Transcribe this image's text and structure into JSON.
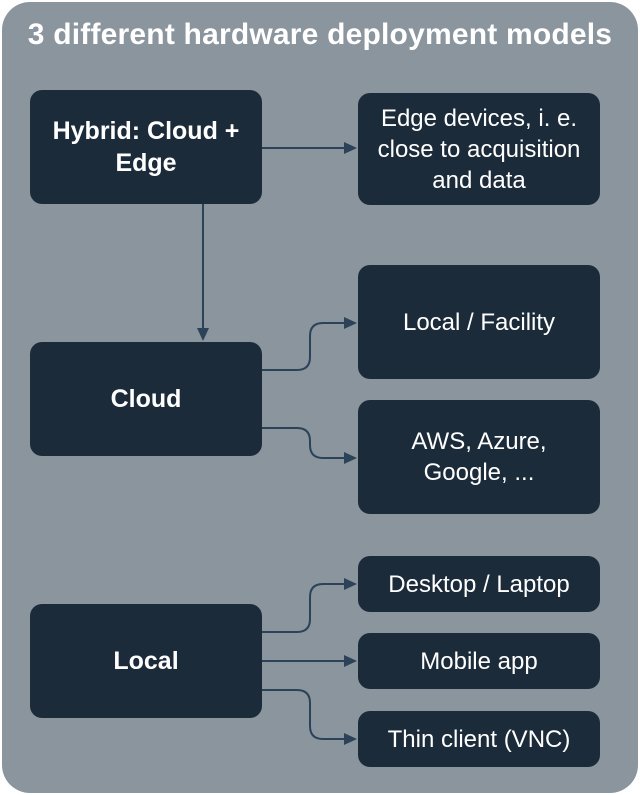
{
  "diagram": {
    "title": "3 different hardware deployment models",
    "nodes": {
      "hybrid": "Hybrid: Cloud +\nEdge",
      "edge": "Edge devices, i. e.\nclose to acquisition\nand data",
      "cloud": "Cloud",
      "local_facility": "Local / Facility",
      "public_cloud": "AWS, Azure,\nGoogle, ...",
      "local": "Local",
      "desktop": "Desktop / Laptop",
      "mobile": "Mobile app",
      "thin_client": "Thin client (VNC)"
    },
    "edges": [
      {
        "from": "hybrid",
        "to": "edge"
      },
      {
        "from": "hybrid",
        "to": "cloud"
      },
      {
        "from": "cloud",
        "to": "local_facility"
      },
      {
        "from": "cloud",
        "to": "public_cloud"
      },
      {
        "from": "local",
        "to": "desktop"
      },
      {
        "from": "local",
        "to": "mobile"
      },
      {
        "from": "local",
        "to": "thin_client"
      }
    ]
  }
}
